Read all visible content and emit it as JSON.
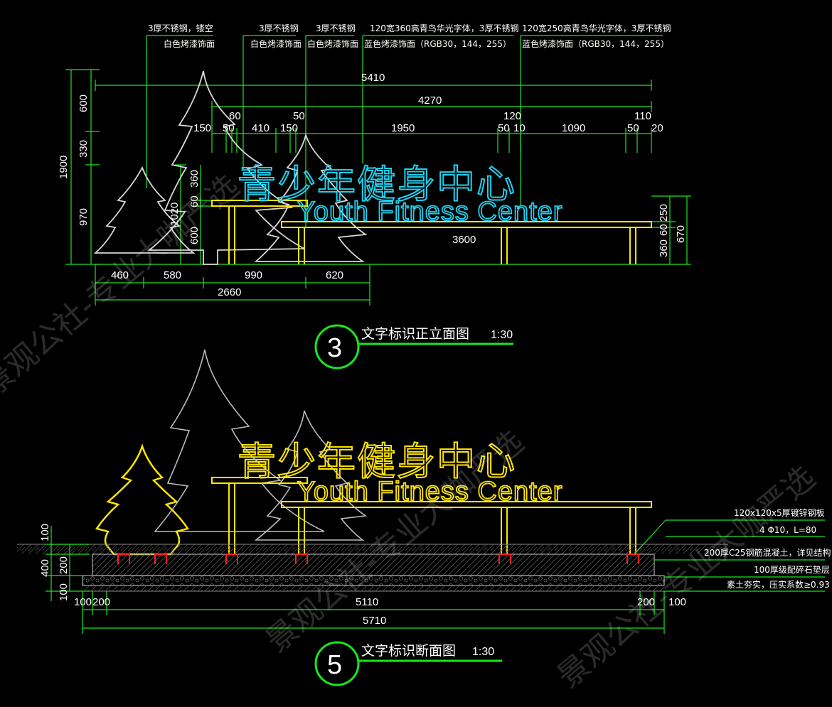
{
  "drawing3": {
    "notes": [
      {
        "l1": "3厚不锈钢，镂空",
        "l2": "白色烤漆饰面"
      },
      {
        "l1": "3厚不锈钢",
        "l2": "白色烤漆饰面"
      },
      {
        "l1": "3厚不锈钢",
        "l2": "白色烤漆饰面"
      },
      {
        "l1": "120宽360高青鸟华光字体，3厚不锈钢",
        "l2": "蓝色烤漆饰面（RGB30，144，255）"
      },
      {
        "l1": "120宽250高青鸟华光字体，3厚不锈钢",
        "l2": "蓝色烤漆饰面（RGB30，144，255）"
      }
    ],
    "dims_top": {
      "d5410": "5410",
      "d4270": "4270",
      "d60": "60",
      "d50": "50",
      "d120": "120",
      "d110": "110",
      "d150a": "150",
      "d50a": "50",
      "d410": "410",
      "d150b": "150",
      "d1950": "1950",
      "d50b": "50",
      "d10": "10",
      "d1090": "1090",
      "d50c": "50",
      "d20": "20"
    },
    "dims_left": {
      "d1900": "1900",
      "d600": "600",
      "d330": "330",
      "d970": "970",
      "d1020": "1020",
      "d360": "360",
      "d60": "60",
      "d600b": "600"
    },
    "dims_right": {
      "d250": "250",
      "d60": "60",
      "d360": "360",
      "d670": "670"
    },
    "dims_bottom": {
      "d460": "460",
      "d580": "580",
      "d990": "990",
      "d620": "620",
      "d2660": "2660",
      "d3600": "3600"
    },
    "sign_cn": "青少年健身中心",
    "sign_en": "Youth Fitness Center",
    "number": "3",
    "title": "文字标识正立面图",
    "scale": "1:30"
  },
  "drawing5": {
    "sign_cn": "青少年健身中心",
    "sign_en": "Youth Fitness Center",
    "notes": [
      "120x120x5厚镀锌钢板",
      "4 Φ10，L=80",
      "200厚C25钢筋混凝土，详见结构",
      "100厚级配碎石垫层",
      "素土夯实，压实系数≥0.93"
    ],
    "dims_left": {
      "d100": "100",
      "d400": "400",
      "d200": "200",
      "d100b": "100"
    },
    "dims_bottom": {
      "d100": "100",
      "d200": "200",
      "d5110": "5110",
      "d200b": "200",
      "d100b": "100",
      "d5710": "5710"
    },
    "number": "5",
    "title": "文字标识断面图",
    "scale": "1:30"
  },
  "watermark": [
    "景观公社-专业大咖严选"
  ],
  "colors": {
    "green": "#19e61e",
    "yellow": "#ffe500",
    "cyan": "#1fd0ee",
    "red": "#ff2020",
    "white": "#ffffff"
  }
}
